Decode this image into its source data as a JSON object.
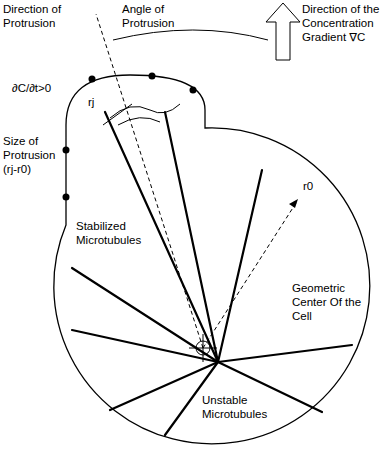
{
  "diagram": {
    "labels": [
      "Direction of Protrusion",
      "Angle of Protrusion",
      "Direction of the Concentration Gradient ∇C",
      "∂C/∂t>0",
      "rj",
      "Size of Protrusion (rj-r0)",
      "r0",
      "Stabilized Microtubules",
      "Geometric Center Of the Cell",
      "Unstable Microtubules"
    ]
  }
}
